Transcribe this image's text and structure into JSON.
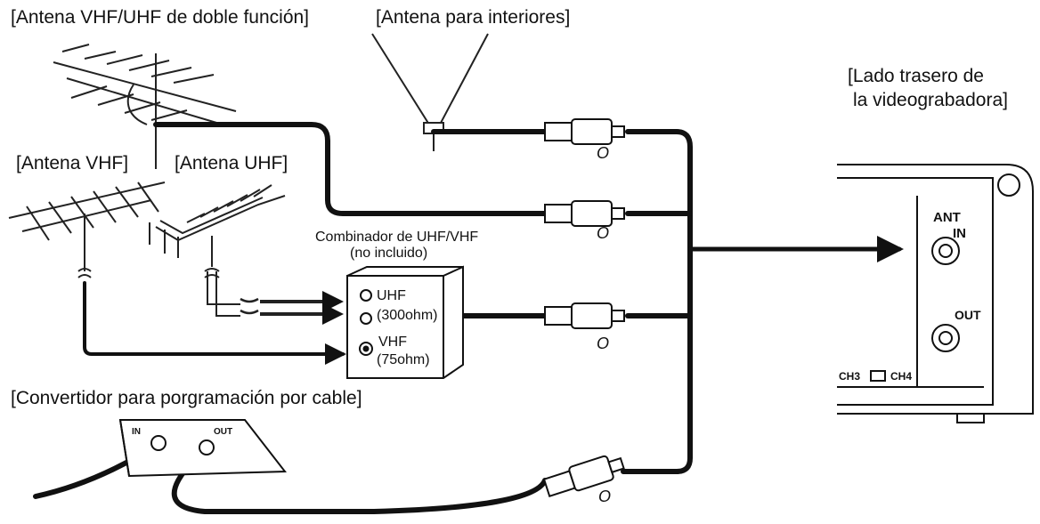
{
  "labels": {
    "dual_antenna": "[Antena VHF/UHF de doble función]",
    "indoor_antenna": "[Antena para interiores]",
    "vcr_back_line1": "[Lado trasero de",
    "vcr_back_line2": "la videograbadora]",
    "vhf_antenna": "[Antena VHF]",
    "uhf_antenna": "[Antena UHF]",
    "combiner_line1": "Combinador de UHF/VHF",
    "combiner_line2": "(no incluido)",
    "combiner_uhf": "UHF",
    "combiner_uhf_ohm": "(300ohm)",
    "combiner_vhf": "VHF",
    "combiner_vhf_ohm": "(75ohm)",
    "cable_converter": "[Convertidor para porgramación por cable]",
    "converter_in": "IN",
    "converter_out": "OUT",
    "vcr_ant": "ANT",
    "vcr_in": "IN",
    "vcr_out": "OUT",
    "vcr_ch3": "CH3",
    "vcr_ch4": "CH4",
    "or_1": "O",
    "or_2": "O",
    "or_3": "O",
    "or_4": "O"
  }
}
